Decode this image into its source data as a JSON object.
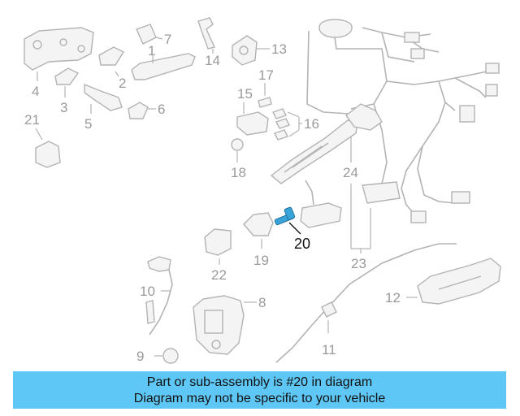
{
  "callouts": {
    "n1": "1",
    "n2": "2",
    "n3": "3",
    "n4": "4",
    "n5": "5",
    "n6": "6",
    "n7": "7",
    "n8": "8",
    "n9": "9",
    "n10": "10",
    "n11": "11",
    "n12": "12",
    "n13": "13",
    "n14": "14",
    "n15": "15",
    "n16": "16",
    "n17": "17",
    "n18": "18",
    "n19": "19",
    "n20": "20",
    "n21": "21",
    "n22": "22",
    "n23": "23",
    "n24": "24"
  },
  "highlighted_part": "20",
  "colors": {
    "highlight_part": "#3aa3d8",
    "banner_bg": "#5ec7f5",
    "line_gray": "#b3b3b3"
  },
  "banner": {
    "line1": "Part or sub-assembly is #20 in diagram",
    "line2": "Diagram may not be specific to your vehicle"
  }
}
